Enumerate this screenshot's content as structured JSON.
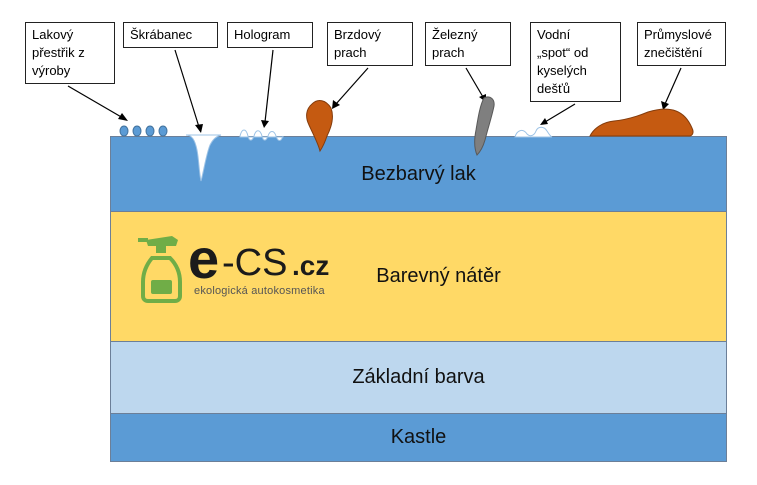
{
  "callouts": [
    {
      "id": "lakovy",
      "label": "Lakový\npřestřik z\nvýroby"
    },
    {
      "id": "skrabanec",
      "label": "Škrábanec"
    },
    {
      "id": "hologram",
      "label": "Hologram"
    },
    {
      "id": "brzdovy",
      "label": "Brzdový\nprach"
    },
    {
      "id": "zelezny",
      "label": "Železný\nprach"
    },
    {
      "id": "vodni",
      "label": "Vodní\n„spot“ od\nkyselých\ndešťů"
    },
    {
      "id": "prumyslove",
      "label": "Průmyslové\nznečištění"
    }
  ],
  "layers": {
    "clearcoat": "Bezbarvý lak",
    "basecoat": "Barevný nátěr",
    "primer": "Základní barva",
    "body": "Kastle"
  },
  "logo": {
    "brand_e": "e",
    "brand_cs": "-CS",
    "brand_tld": ".cz",
    "tagline": "ekologická autokosmetika"
  },
  "colors": {
    "clearcoat": "#5b9bd5",
    "basecoat": "#ffd966",
    "primer": "#bdd7ee",
    "body": "#5b9bd5",
    "rust": "#c55a11",
    "iron": "#7f7f7f",
    "logo_green": "#70ad47"
  }
}
